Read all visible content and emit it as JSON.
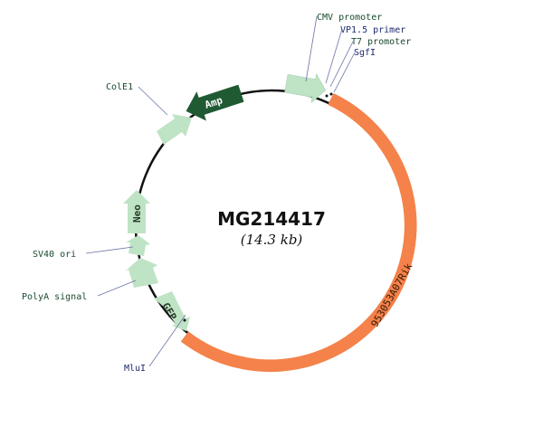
{
  "plasmid": {
    "name": "MG214417",
    "size": "(14.3 kb)"
  },
  "colors": {
    "backbone": "#111111",
    "insert": "#f4824a",
    "feature": "#bfe3c5",
    "amp": "#1f5a33"
  },
  "features": {
    "insert": "953053A07Rik",
    "amp": "Amp",
    "neo": "Neo",
    "gfp": "GFP"
  },
  "labels": {
    "cmv": "CMV promoter",
    "vp15": "VP1.5 primer",
    "t7": "T7 promoter",
    "sgfi": "SgfI",
    "cole1": "ColE1",
    "sv40": "SV40 ori",
    "polya": "PolyA signal",
    "mlui": "MluI"
  }
}
